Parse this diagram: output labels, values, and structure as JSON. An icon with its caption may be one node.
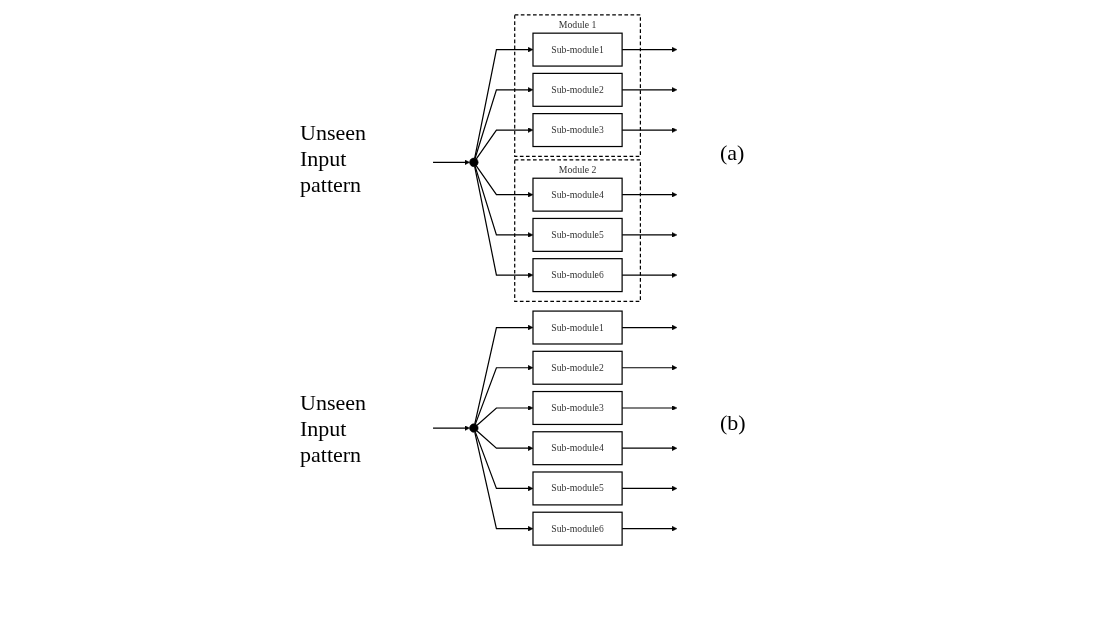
{
  "diagram": {
    "nodes": [
      {
        "text": [
          "Module 1"
        ]
      },
      {
        "text": [
          "Sub-module1"
        ],
        "in": 0
      },
      {
        "text": [
          "Sub-module2"
        ],
        "in": 0
      },
      {
        "text": [
          "Sub-module3"
        ],
        "in": 0
      },
      {
        "text": [
          "Module 2"
        ]
      },
      {
        "text": [
          "Sub-module4"
        ],
        "in": 4
      },
      {
        "text": [
          "Sub-module5"
        ],
        "in": 4
      },
      {
        "text": [
          "Sub-module6"
        ],
        "in": 4
      },
      {
        "text": [],
        "shape": "point"
      },
      {
        "text": [
          "Sub-module1"
        ]
      },
      {
        "text": [
          "Sub-module2"
        ]
      },
      {
        "text": [
          "Sub-module3"
        ]
      },
      {
        "text": [
          "Sub-module4"
        ]
      },
      {
        "text": [
          "Sub-module5"
        ]
      },
      {
        "text": [
          "Sub-module6"
        ]
      },
      {
        "text": [],
        "shape": "point"
      }
    ],
    "edges": [
      {
        "from": null,
        "to": 8,
        "arrow": "to"
      },
      {
        "from": 8,
        "to": 1,
        "arrow": "to"
      },
      {
        "from": 8,
        "to": 2,
        "arrow": "to"
      },
      {
        "from": 8,
        "to": 3,
        "arrow": "to"
      },
      {
        "from": 8,
        "to": 5,
        "arrow": "to"
      },
      {
        "from": 8,
        "to": 6,
        "arrow": "to"
      },
      {
        "from": 8,
        "to": 7,
        "arrow": "to"
      },
      {
        "from": 1,
        "to": null,
        "arrow": "to"
      },
      {
        "from": 2,
        "to": null,
        "arrow": "to"
      },
      {
        "from": 3,
        "to": null,
        "arrow": "to"
      },
      {
        "from": 5,
        "to": null,
        "arrow": "to"
      },
      {
        "from": 6,
        "to": null,
        "arrow": "to"
      },
      {
        "from": 7,
        "to": null,
        "arrow": "to"
      },
      {
        "from": null,
        "to": 15,
        "arrow": "to"
      },
      {
        "from": 15,
        "to": 9,
        "arrow": "to"
      },
      {
        "from": 15,
        "to": 10,
        "arrow": "to"
      },
      {
        "from": 15,
        "to": 11,
        "arrow": "to"
      },
      {
        "from": 15,
        "to": 12,
        "arrow": "to"
      },
      {
        "from": 15,
        "to": 13,
        "arrow": "to"
      },
      {
        "from": 15,
        "to": 14,
        "arrow": "to"
      },
      {
        "from": 9,
        "to": null,
        "arrow": "to"
      },
      {
        "from": 10,
        "to": null,
        "arrow": "to"
      },
      {
        "from": 11,
        "to": null,
        "arrow": "to"
      },
      {
        "from": 12,
        "to": null,
        "arrow": "to"
      },
      {
        "from": 13,
        "to": null,
        "arrow": "to"
      },
      {
        "from": 14,
        "to": null,
        "arrow": "to"
      }
    ],
    "labels": [
      "Unseen Input pattern",
      "Unseen Input pattern",
      "(a)",
      "(b)"
    ]
  }
}
